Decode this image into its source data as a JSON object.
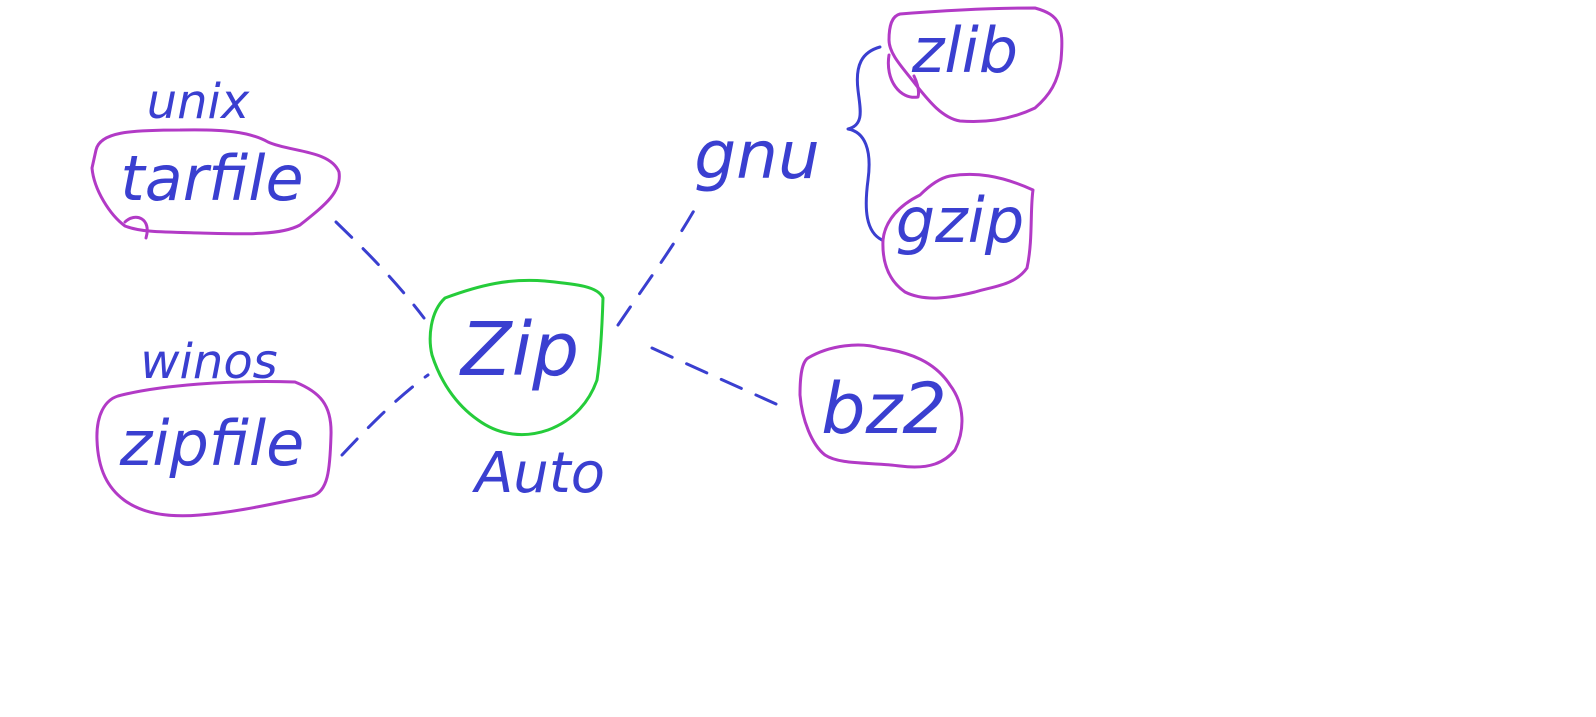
{
  "colors": {
    "ink": "#3a3fd0",
    "outline": "#b23ac6",
    "center_outline": "#25cc3a",
    "background": "#ffffff"
  },
  "diagram": {
    "center": {
      "label": "Zip",
      "caption": "Auto"
    },
    "left_nodes": [
      {
        "label": "tarfile",
        "group": "unix"
      },
      {
        "label": "zipfile",
        "group": "winos"
      }
    ],
    "gnu_group": {
      "label": "gnu",
      "members": [
        "zlib",
        "gzip"
      ]
    },
    "right_node": {
      "label": "bz2"
    }
  }
}
